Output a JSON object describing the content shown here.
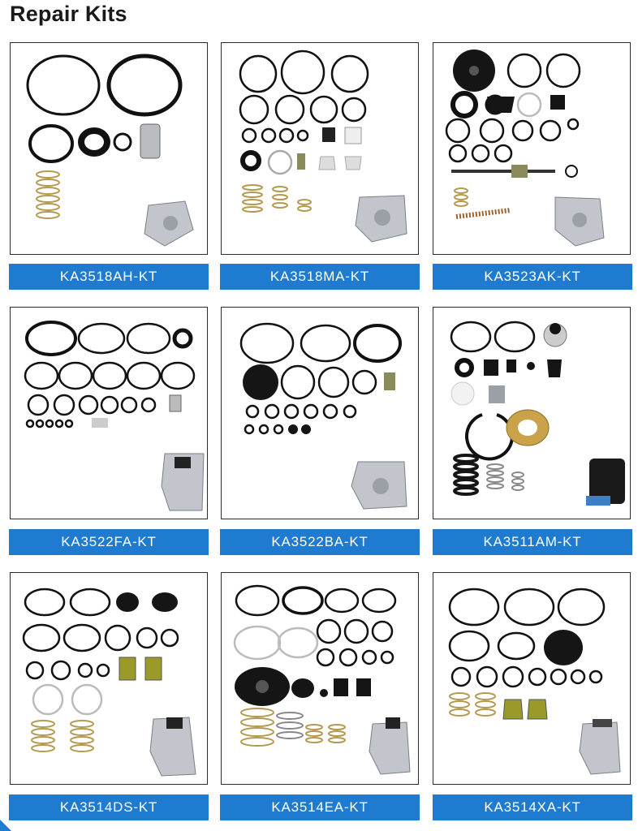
{
  "page": {
    "title": "Repair Kits"
  },
  "kits": [
    {
      "code": "KA3518AH-KT"
    },
    {
      "code": "KA3518MA-KT"
    },
    {
      "code": "KA3523AK-KT"
    },
    {
      "code": "KA3522FA-KT"
    },
    {
      "code": "KA3522BA-KT"
    },
    {
      "code": "KA3511AM-KT"
    },
    {
      "code": "KA3514DS-KT"
    },
    {
      "code": "KA3514EA-KT"
    },
    {
      "code": "KA3514XA-KT"
    }
  ],
  "colors": {
    "label_bg": "#1f7bd0",
    "label_text": "#ffffff",
    "ring": "#111111",
    "brass": "#c9a24a",
    "metal": "#b9bdc2"
  }
}
